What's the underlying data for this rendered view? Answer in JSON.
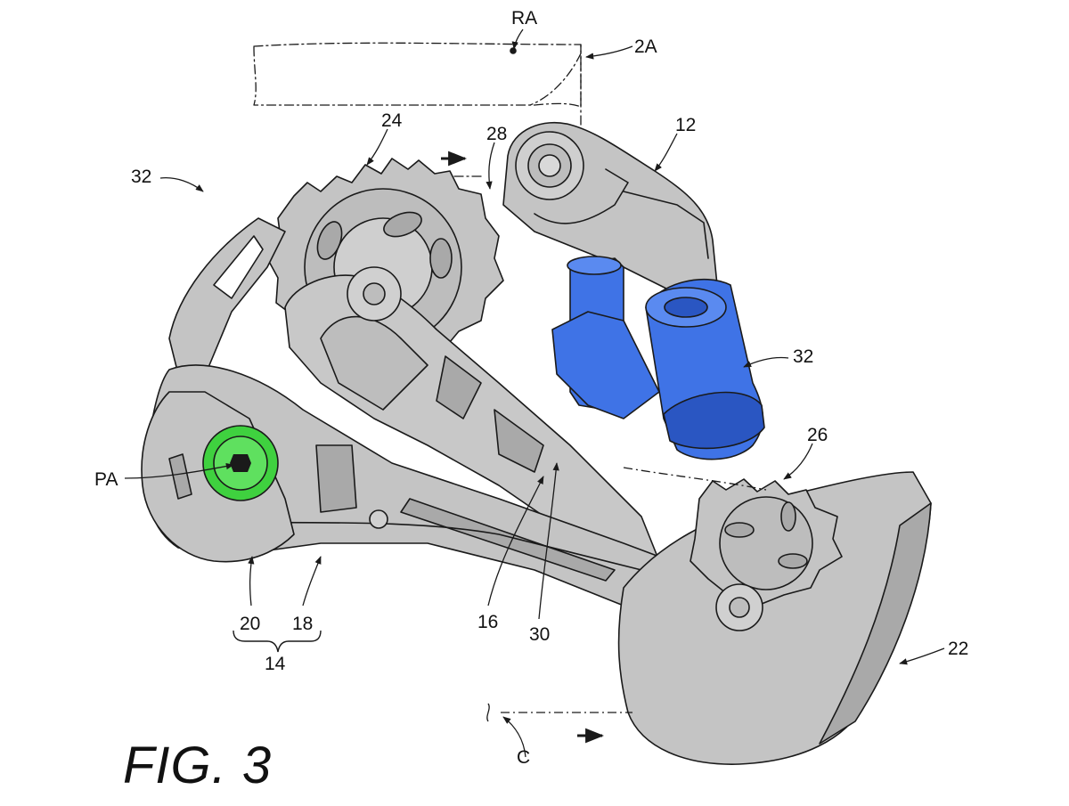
{
  "figure": {
    "title": "FIG. 3"
  },
  "labels": {
    "ra": "RA",
    "a2": "2A",
    "n24": "24",
    "n28": "28",
    "n12": "12",
    "n32_left": "32",
    "n32_right": "32",
    "n26": "26",
    "pa": "PA",
    "n20": "20",
    "n18": "18",
    "n14": "14",
    "n16": "16",
    "n30": "30",
    "n22": "22",
    "c": "C"
  },
  "colors": {
    "body_gray": "#c4c4c4",
    "body_gray_dark": "#a9a9a9",
    "body_gray_light": "#d6d6d6",
    "line": "#1a1a1a",
    "motor_blue": "#3f73e6",
    "motor_blue_dark": "#2a56c2",
    "bolt_green": "#3fd13f"
  },
  "icons": {
    "direction_arrow": "arrow-right-icon"
  }
}
